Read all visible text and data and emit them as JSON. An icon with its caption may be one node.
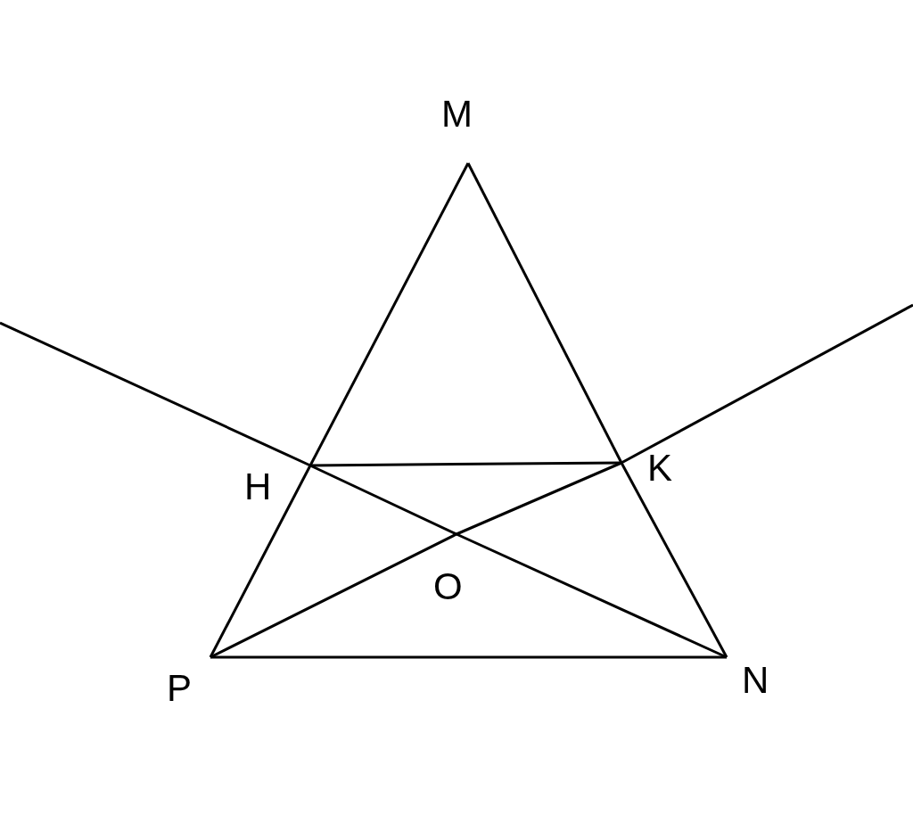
{
  "diagram": {
    "nodes": [
      {
        "text": [
          "M"
        ]
      },
      {
        "text": [
          "H"
        ]
      },
      {
        "text": [
          "K"
        ]
      },
      {
        "text": [
          "O"
        ]
      },
      {
        "text": [
          "P"
        ]
      },
      {
        "text": [
          "N"
        ]
      }
    ],
    "edges": [
      {
        "from": 0,
        "to": 1,
        "arrow": "none"
      },
      {
        "from": 1,
        "to": 4,
        "arrow": "none"
      },
      {
        "from": 0,
        "to": 2,
        "arrow": "none"
      },
      {
        "from": 2,
        "to": 5,
        "arrow": "none"
      },
      {
        "from": 4,
        "to": 5,
        "arrow": "none"
      },
      {
        "from": 1,
        "to": 2,
        "arrow": "none"
      },
      {
        "from": 1,
        "to": 3,
        "arrow": "none"
      },
      {
        "from": 3,
        "to": 5,
        "arrow": "none"
      },
      {
        "from": 4,
        "to": 3,
        "arrow": "none"
      },
      {
        "from": 3,
        "to": 2,
        "arrow": "none"
      },
      {
        "from": 1,
        "to": null,
        "arrow": "none"
      },
      {
        "from": 2,
        "to": null,
        "arrow": "none"
      }
    ]
  }
}
